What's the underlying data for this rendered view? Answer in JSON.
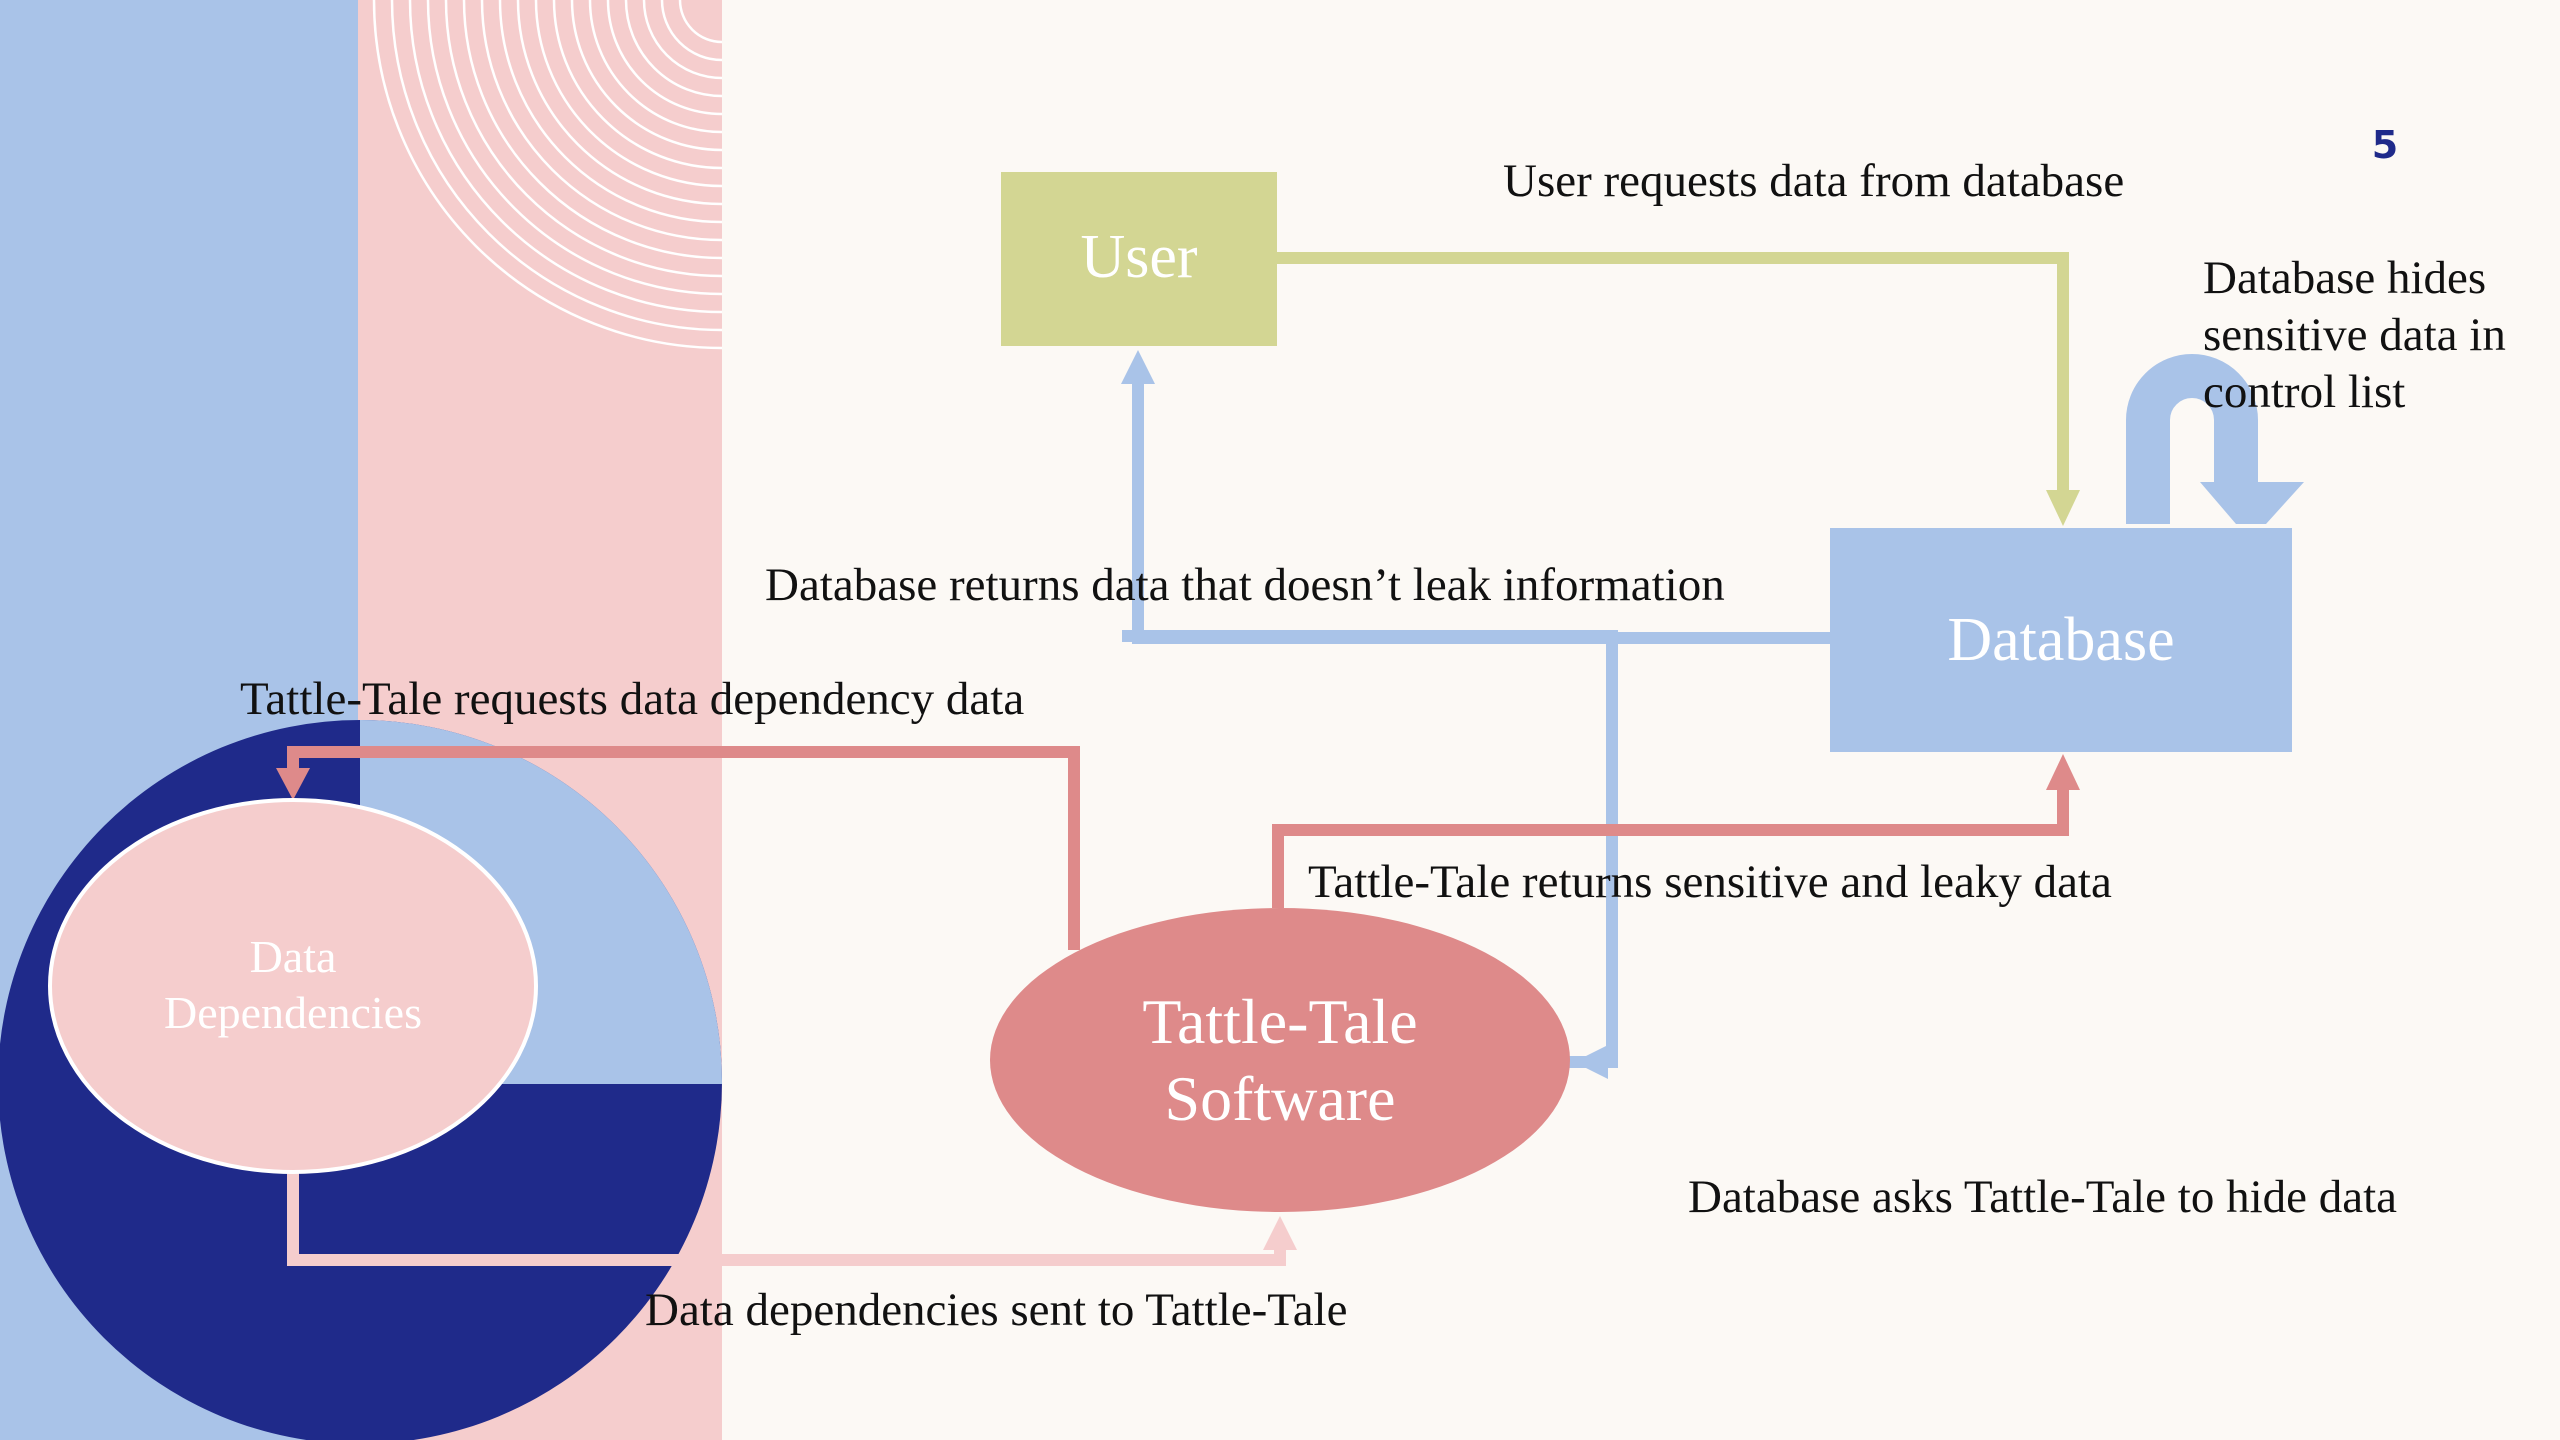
{
  "slide": {
    "page_number": "5"
  },
  "nodes": {
    "user": "User",
    "database": "Database",
    "tattle_tale_line1": "Tattle-Tale",
    "tattle_tale_line2": "Software",
    "data_dependencies_line1": "Data",
    "data_dependencies_line2": "Dependencies"
  },
  "edges": {
    "user_requests": "User requests data from database",
    "db_hides_line1": "Database hides",
    "db_hides_line2": "sensitive data in",
    "db_hides_line3": "control list",
    "db_returns": "Database returns data that doesn’t leak information",
    "tt_requests_deps": "Tattle-Tale requests data dependency data",
    "tt_returns": "Tattle-Tale returns sensitive and leaky data",
    "db_asks_tt": "Database asks Tattle-Tale to hide data",
    "deps_sent": "Data dependencies sent to Tattle-Tale"
  },
  "colors": {
    "background": "#FCF9F5",
    "light_blue": "#A9C3E8",
    "pink": "#F5CDCD",
    "navy": "#1F2A8A",
    "olive": "#D3D693",
    "salmon": "#DE8A8A"
  }
}
